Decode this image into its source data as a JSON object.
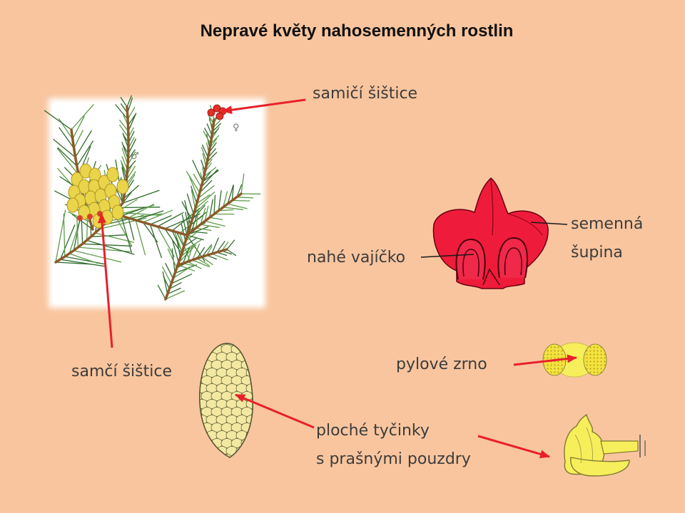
{
  "title": "Nepravé květy nahosemenných rostlin",
  "labels": {
    "female_cone": "samičí šištice",
    "seed_scale_line1": "semenná",
    "seed_scale_line2": "šupina",
    "naked_ovule": "nahé vajíčko",
    "male_cone": "samčí šištice",
    "pollen_grain": "pylové zrno",
    "flat_stamens_line1": "ploché tyčinky",
    "flat_stamens_line2": "s prašnými pouzdry"
  },
  "symbols": {
    "male": "♂",
    "female": "♀"
  },
  "colors": {
    "background": "#F9C59E",
    "arrow": "#E8202A",
    "seed_scale": "#EE1C3A",
    "pollen": "#F7EE5B",
    "male_cone": "#F3E8A2",
    "needle_dark": "#2F6B2A",
    "needle_light": "#5E9C48",
    "stem": "#8B5A2B"
  }
}
